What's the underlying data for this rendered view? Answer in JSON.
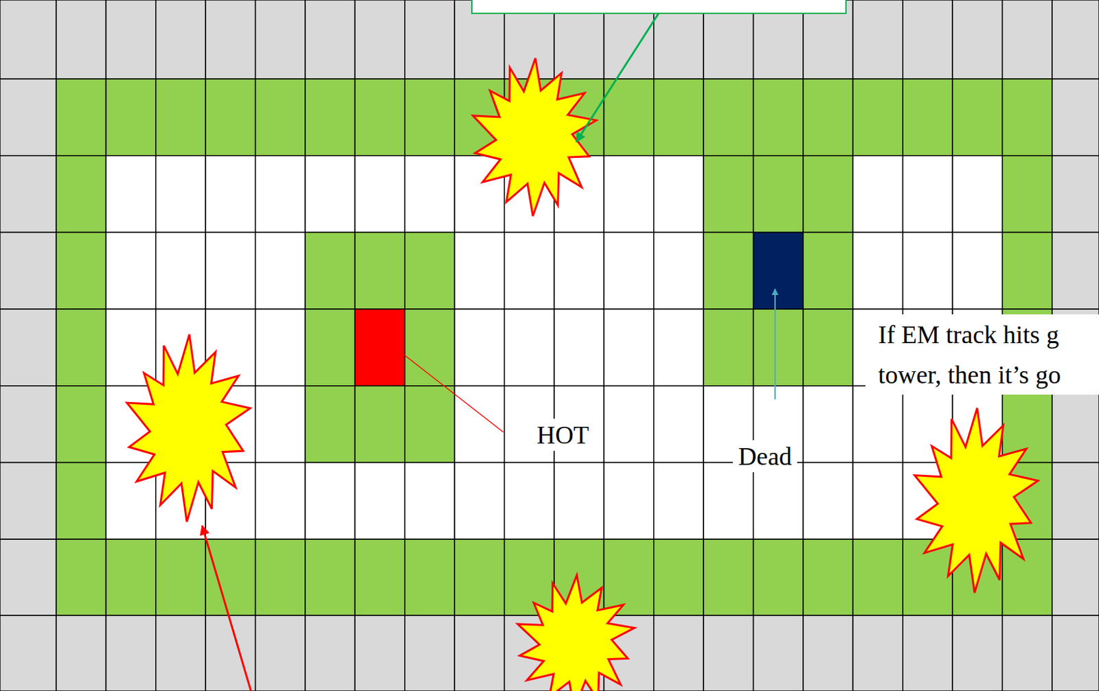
{
  "diagram": {
    "labels": [
      "HOT",
      "Dead",
      "If EM track hits g",
      "tower, then it’s go"
    ]
  }
}
